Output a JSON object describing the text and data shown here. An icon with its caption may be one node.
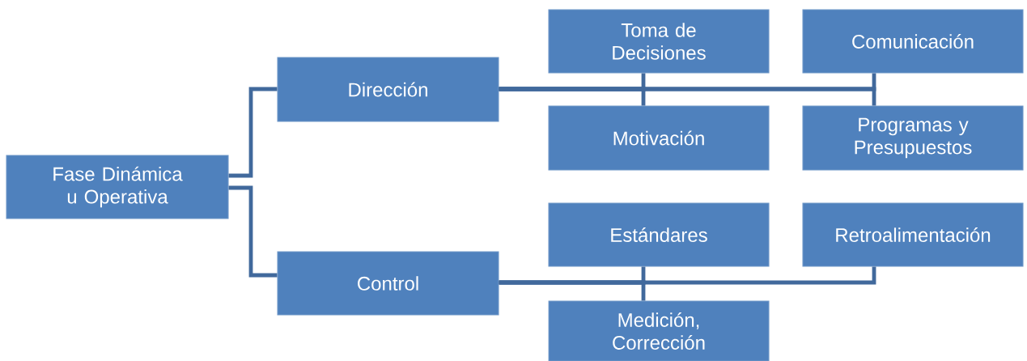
{
  "diagram": {
    "nodes": [
      {
        "text": [
          "Fase Dinámica u Operativa"
        ]
      },
      {
        "text": [
          "Dirección"
        ]
      },
      {
        "text": [
          "Control"
        ]
      },
      {
        "text": [
          "Toma de Decisiones"
        ]
      },
      {
        "text": [
          "Comunicación"
        ]
      },
      {
        "text": [
          "Motivación"
        ]
      },
      {
        "text": [
          "Programas y Presupuestos"
        ]
      },
      {
        "text": [
          "Estándares"
        ]
      },
      {
        "text": [
          "Retroalimentación"
        ]
      },
      {
        "text": [
          "Medición, Corrección"
        ]
      }
    ],
    "edges": [
      {
        "from": 0,
        "to": 1,
        "arrow": "none"
      },
      {
        "from": 0,
        "to": 2,
        "arrow": "none"
      },
      {
        "from": 1,
        "to": 3,
        "arrow": "none"
      },
      {
        "from": 1,
        "to": 5,
        "arrow": "none"
      },
      {
        "from": 1,
        "to": 4,
        "arrow": "none"
      },
      {
        "from": 1,
        "to": 6,
        "arrow": "none"
      },
      {
        "from": 2,
        "to": 7,
        "arrow": "none"
      },
      {
        "from": 2,
        "to": 9,
        "arrow": "none"
      },
      {
        "from": 2,
        "to": 8,
        "arrow": "none"
      }
    ]
  }
}
